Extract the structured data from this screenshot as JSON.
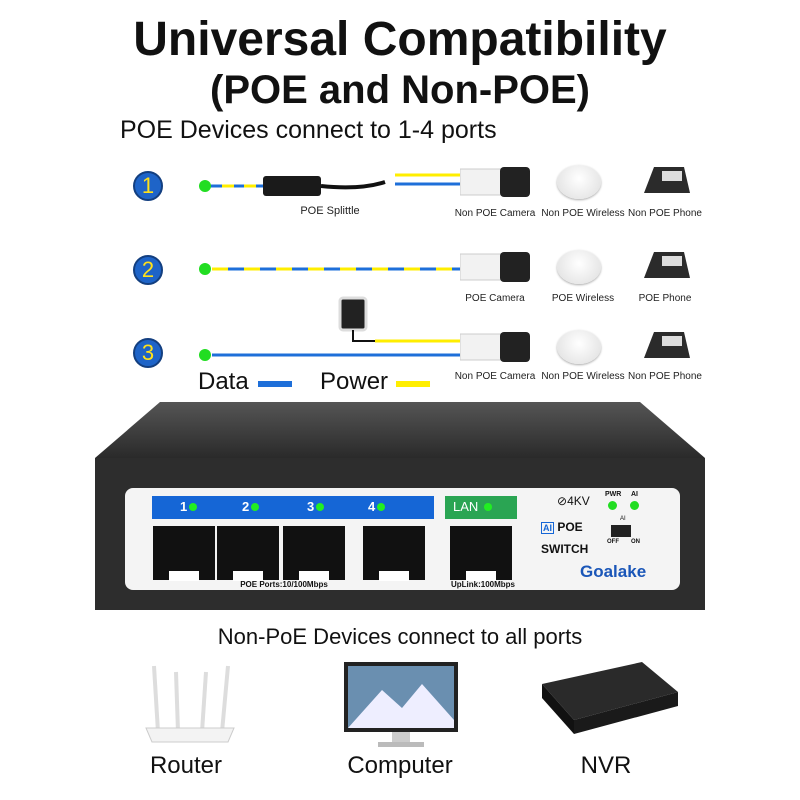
{
  "title": "Universal Compatibility",
  "subtitle": "(POE and Non-POE)",
  "poe_heading": "POE Devices connect to 1-4 ports",
  "rows": [
    {
      "number": "1",
      "adapter": "POE Splittle",
      "devices": [
        "Non POE  Camera",
        "Non POE  Wireless",
        "Non POE  Phone"
      ]
    },
    {
      "number": "2",
      "devices": [
        "POE  Camera",
        "POE  Wireless",
        "POE  Phone"
      ]
    },
    {
      "number": "3",
      "devices": [
        "Non POE Camera",
        "Non POE  Wireless",
        "Non POE  Phone"
      ]
    }
  ],
  "legend": {
    "data": "Data",
    "power": "Power",
    "data_color": "#1e6fd9",
    "power_color": "#ffee00"
  },
  "switch": {
    "ports": [
      "1",
      "2",
      "3",
      "4"
    ],
    "lan": "LAN",
    "poe_ports_label": "POE Ports:10/100Mbps",
    "uplink_label": "UpLink:100Mbps",
    "surge": "4KV",
    "pwr": "PWR",
    "ai": "AI",
    "ai_badge": "AI",
    "poe": "POE",
    "switch_text": "SWITCH",
    "toggle_label": "AI",
    "off": "OFF",
    "on": "ON",
    "brand": "Goalake"
  },
  "nonpoe_heading": "Non-PoE  Devices  connect  to  all  ports",
  "bottom_devices": [
    "Router",
    "Computer",
    "NVR"
  ]
}
